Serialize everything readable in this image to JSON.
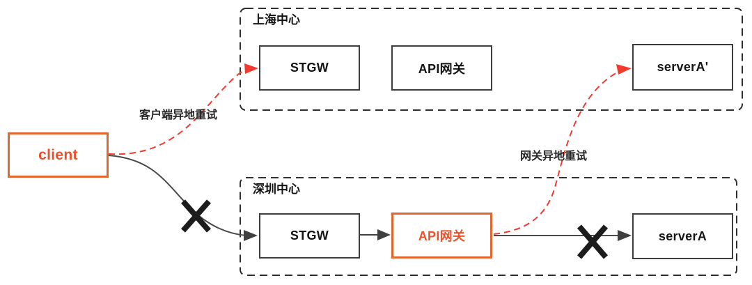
{
  "colors": {
    "orange": "#e2662e",
    "orange_text": "#e8512c",
    "red": "#f23a2f",
    "box_border": "#3d3d3d",
    "connector": "#4a4a4a",
    "text": "#141414"
  },
  "client": {
    "label": "client"
  },
  "regions": {
    "shanghai": {
      "title": "上海中心",
      "nodes": [
        {
          "label": "STGW"
        },
        {
          "label": "API网关"
        },
        {
          "label": "serverA'"
        }
      ]
    },
    "shenzhen": {
      "title": "深圳中心",
      "nodes": [
        {
          "label": "STGW"
        },
        {
          "label": "API网关"
        },
        {
          "label": "serverA"
        }
      ]
    }
  },
  "edge_labels": {
    "client_retry": "客户端异地重试",
    "gateway_retry": "网关异地重试"
  }
}
